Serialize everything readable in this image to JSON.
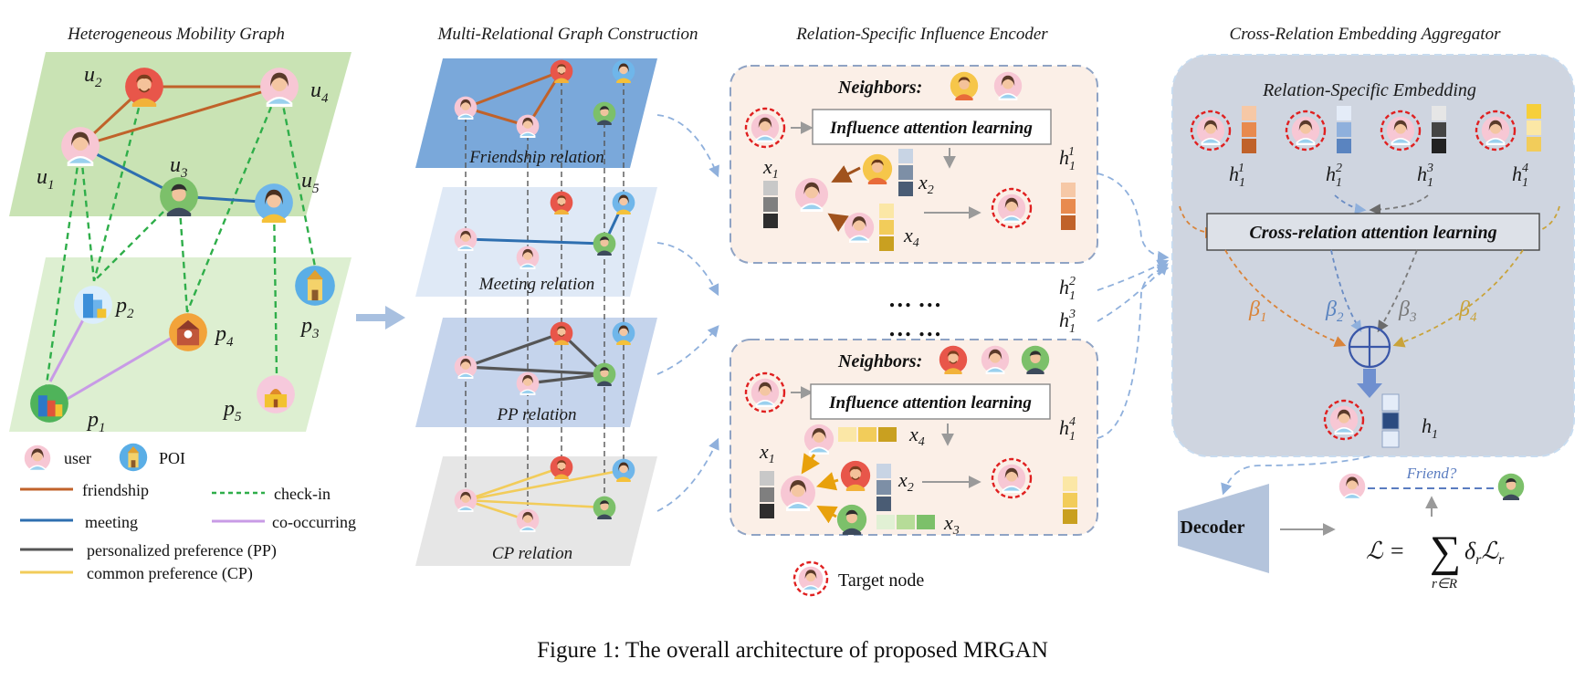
{
  "panels": {
    "het_title": "Heterogeneous Mobility Graph",
    "mrg_title": "Multi-Relational Graph Construction",
    "enc_title": "Relation-Specific Influence Encoder",
    "agg_title": "Cross-Relation Embedding Aggregator"
  },
  "het": {
    "u1": "u",
    "u1_sub": "1",
    "u2": "u",
    "u2_sub": "2",
    "u3": "u",
    "u3_sub": "3",
    "u4": "u",
    "u4_sub": "4",
    "u5": "u",
    "u5_sub": "5",
    "p1": "p",
    "p1_sub": "1",
    "p2": "p",
    "p2_sub": "2",
    "p3": "p",
    "p3_sub": "3",
    "p4": "p",
    "p4_sub": "4",
    "p5": "p",
    "p5_sub": "5"
  },
  "legend": {
    "user": "user",
    "poi": "POI",
    "friendship": "friendship",
    "checkin": "check-in",
    "meeting": "meeting",
    "cooccurring": "co-occurring",
    "pp": "personalized preference (PP)",
    "cp": "common preference (CP)",
    "colors": {
      "friendship": "#c0622a",
      "meeting": "#2e6fb0",
      "checkin": "#2fae4a",
      "cooccurring": "#c89be6",
      "pp": "#555555",
      "cp": "#f2cc5a"
    }
  },
  "relations": {
    "friendship": "Friendship relation",
    "meeting": "Meeting relation",
    "pp": "PP relation",
    "cp": "CP relation"
  },
  "encoder": {
    "neighbors": "Neighbors:",
    "influence": "Influence attention learning",
    "x": "x",
    "h": "h",
    "sub1": "1",
    "sub2": "2",
    "sub3": "3",
    "sub4": "4",
    "ellipsis": "… …",
    "target": "Target node"
  },
  "aggregator": {
    "rse": "Relation-Specific Embedding",
    "cross": "Cross-relation attention learning",
    "beta": "β",
    "h1": "h",
    "h1_sub": "1",
    "friend_q": "Friend?",
    "decoder": "Decoder",
    "loss_lhs": "ℒ =",
    "sigma": "∑",
    "sum_sub": "r∈R",
    "loss_term": "δ",
    "loss_term_sub": "r",
    "loss_term2": "ℒ",
    "loss_term2_sub": "r"
  },
  "caption": "Figure 1: The overall architecture of proposed MRGAN"
}
